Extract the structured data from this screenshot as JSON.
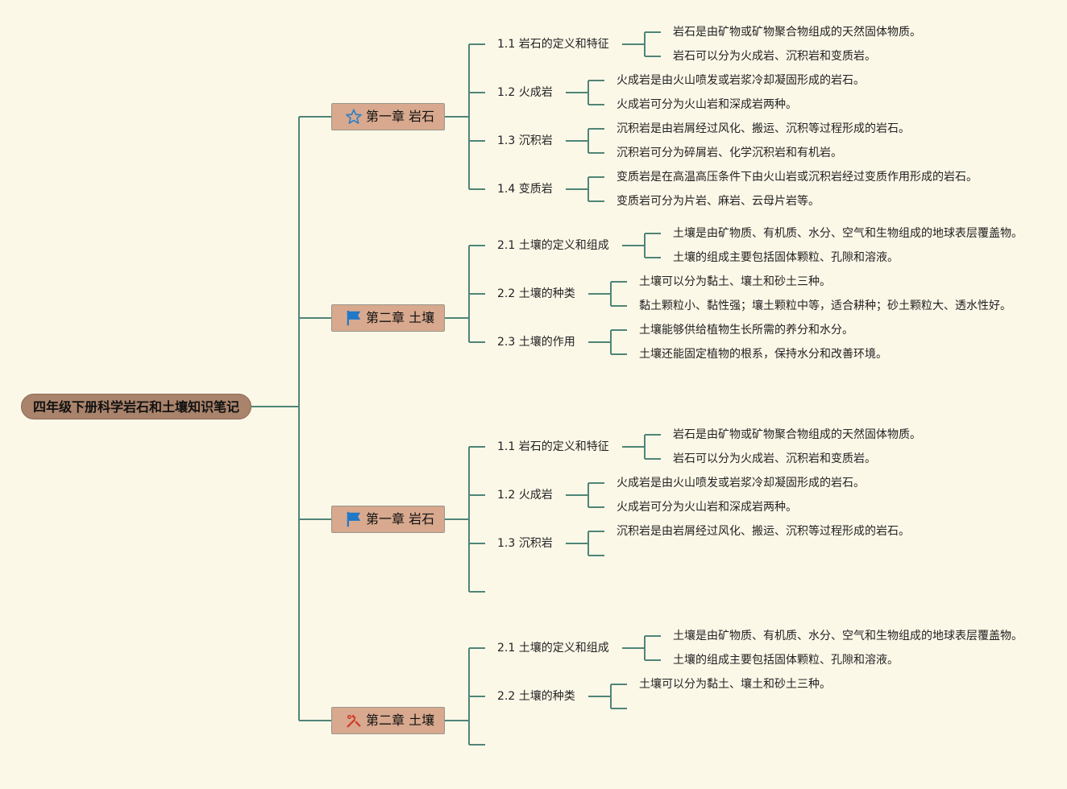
{
  "title": "四年级下册科学岩石和土壤知识笔记",
  "colors": {
    "background": "#fcf8e8",
    "line": "#4f8577",
    "root_fill": "#a9836b",
    "chapter_fill": "#d8a98e",
    "star": "#2f7fc4",
    "flag": "#1f78c8",
    "tools": "#d03a2a"
  },
  "chapters": [
    {
      "label": "第一章 岩石",
      "icon": "star-icon",
      "topics": [
        {
          "label": "1.1 岩石的定义和特征",
          "notes": [
            "岩石是由矿物或矿物聚合物组成的天然固体物质。",
            "岩石可以分为火成岩、沉积岩和变质岩。"
          ]
        },
        {
          "label": "1.2 火成岩",
          "notes": [
            "火成岩是由火山喷发或岩浆冷却凝固形成的岩石。",
            "火成岩可分为火山岩和深成岩两种。"
          ]
        },
        {
          "label": "1.3 沉积岩",
          "notes": [
            "沉积岩是由岩屑经过风化、搬运、沉积等过程形成的岩石。",
            "沉积岩可分为碎屑岩、化学沉积岩和有机岩。"
          ]
        },
        {
          "label": "1.4 变质岩",
          "notes": [
            "变质岩是在高温高压条件下由火山岩或沉积岩经过变质作用形成的岩石。",
            "变质岩可分为片岩、麻岩、云母片岩等。"
          ]
        }
      ]
    },
    {
      "label": "第二章 土壤",
      "icon": "flag-icon",
      "topics": [
        {
          "label": "2.1 土壤的定义和组成",
          "notes": [
            "土壤是由矿物质、有机质、水分、空气和生物组成的地球表层覆盖物。",
            "土壤的组成主要包括固体颗粒、孔隙和溶液。"
          ]
        },
        {
          "label": "2.2 土壤的种类",
          "notes": [
            "土壤可以分为黏土、壤土和砂土三种。",
            "黏土颗粒小、黏性强；壤土颗粒中等，适合耕种；砂土颗粒大、透水性好。"
          ]
        },
        {
          "label": "2.3 土壤的作用",
          "notes": [
            "土壤能够供给植物生长所需的养分和水分。",
            "土壤还能固定植物的根系，保持水分和改善环境。"
          ]
        }
      ]
    },
    {
      "label": "第一章 岩石",
      "icon": "flag-icon",
      "topics": [
        {
          "label": "1.1 岩石的定义和特征",
          "notes": [
            "岩石是由矿物或矿物聚合物组成的天然固体物质。",
            "岩石可以分为火成岩、沉积岩和变质岩。"
          ]
        },
        {
          "label": "1.2 火成岩",
          "notes": [
            "火成岩是由火山喷发或岩浆冷却凝固形成的岩石。",
            "火成岩可分为火山岩和深成岩两种。"
          ]
        },
        {
          "label": "1.3 沉积岩",
          "notes": [
            "沉积岩是由岩屑经过风化、搬运、沉积等过程形成的岩石。",
            ""
          ]
        },
        {
          "label": "",
          "notes": []
        }
      ]
    },
    {
      "label": "第二章 土壤",
      "icon": "tools-icon",
      "topics": [
        {
          "label": "2.1 土壤的定义和组成",
          "notes": [
            "土壤是由矿物质、有机质、水分、空气和生物组成的地球表层覆盖物。",
            "土壤的组成主要包括固体颗粒、孔隙和溶液。"
          ]
        },
        {
          "label": "2.2 土壤的种类",
          "notes": [
            "土壤可以分为黏土、壤土和砂土三种。",
            ""
          ]
        },
        {
          "label": "",
          "notes": []
        }
      ]
    }
  ]
}
